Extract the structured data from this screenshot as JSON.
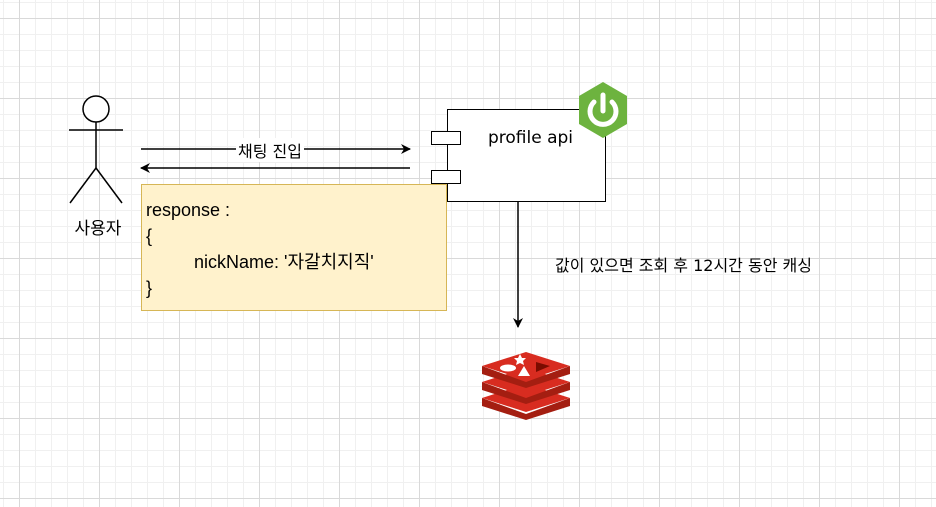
{
  "actor": {
    "label": "사용자"
  },
  "component": {
    "title": "profile api"
  },
  "request_arrow": {
    "label": "채팅 진입"
  },
  "note": {
    "line1": "response :",
    "line2": "{",
    "line3": "nickName: '자갈치지직'",
    "line4": "}"
  },
  "cache_arrow": {
    "label": "값이 있으면 조회 후 12시간 동안 캐싱"
  },
  "icons": {
    "app": "spring-boot-icon",
    "cache": "redis-icon",
    "person": "stick-figure-icon"
  },
  "colors": {
    "note_fill": "#fff2cc",
    "note_border": "#d6b656",
    "spring_green": "#6db33f",
    "redis_red": "#c6302b"
  }
}
